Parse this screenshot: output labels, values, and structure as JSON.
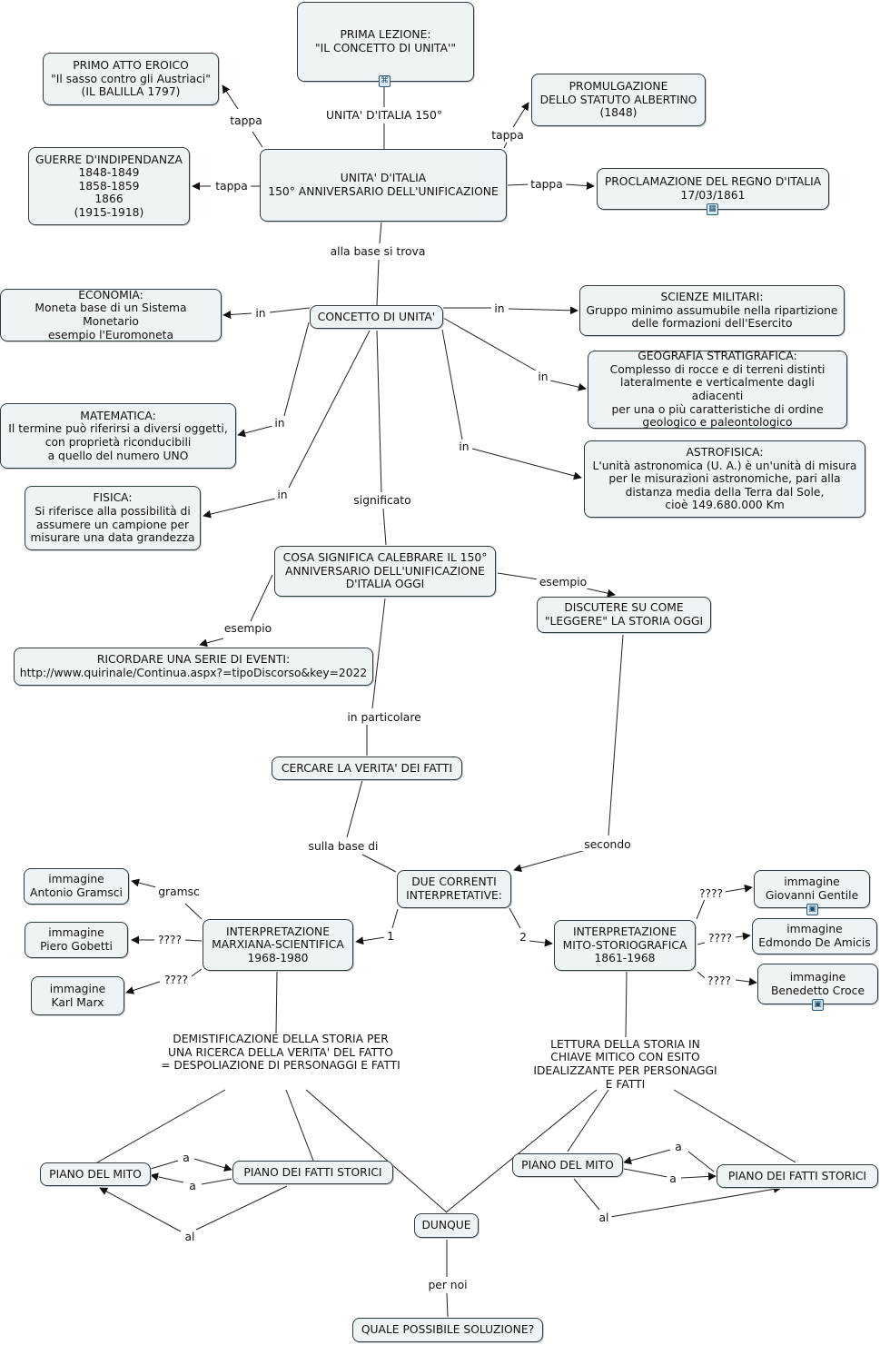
{
  "nodes": {
    "prima_lezione": "PRIMA LEZIONE:\n\"IL CONCETTO DI UNITA'\"",
    "primo_atto": "PRIMO ATTO EROICO\n\"Il sasso contro gli Austriaci\"\n(IL BALILLA 1797)",
    "statuto": "PROMULGAZIONE\nDELLO STATUTO ALBERTINO\n(1848)",
    "guerre": "GUERRE D'INDIPENDANZA\n1848-1849\n1858-1859\n1866\n(1915-1918)",
    "unita_main": "UNITA' D'ITALIA\n150° ANNIVERSARIO DELL'UNIFICAZIONE",
    "proclamazione": "PROCLAMAZIONE DEL REGNO D'ITALIA\n17/03/1861",
    "economia": "ECONOMIA:\nMoneta base di un Sistema Monetario\nesempio l'Euromoneta",
    "concetto": "CONCETTO DI UNITA'",
    "scienze": "SCIENZE MILITARI:\nGruppo minimo assumubile nella ripartizione\ndelle formazioni dell'Esercito",
    "geografia": "GEOGRAFIA STRATIGRAFICA:\nComplesso di rocce e di terreni distinti\nlateralmente e verticalmente dagli adiacenti\nper una o più caratteristiche di ordine\ngeologico e paleontologico",
    "matematica": "MATEMATICA:\nIl termine può riferirsi a diversi oggetti,\ncon proprietà riconducibili\na quello del numero UNO",
    "astrofisica": "ASTROFISICA:\nL'unità astronomica (U. A.) è un'unità di misura\nper le misurazioni astronomiche, pari alla\ndistanza media della Terra dal Sole,\ncioè 149.680.000 Km",
    "fisica": "FISICA:\nSi riferisce alla possibilità di\nassumere un campione per\nmisurare una data grandezza",
    "cosa_significa": "COSA SIGNIFICA CALEBRARE IL 150°\nANNIVERSARIO DELL'UNIFICAZIONE\nD'ITALIA OGGI",
    "discutere": "DISCUTERE SU COME\n\"LEGGERE\" LA STORIA OGGI",
    "ricordare": "RICORDARE UNA SERIE DI EVENTI:\nhttp://www.quirinale/Continua.aspx?=tipoDiscorso&key=2022",
    "cercare": "CERCARE LA VERITA' DEI FATTI",
    "due_correnti": "DUE CORRENTI\nINTERPRETATIVE:",
    "gramsci": "immagine\nAntonio Gramsci",
    "gobetti": "immagine\nPiero Gobetti",
    "marx": "immagine\nKarl Marx",
    "marxiana": "INTERPRETAZIONE\nMARXIANA-SCIENTIFICA\n1968-1980",
    "gentile": "immagine\nGiovanni Gentile",
    "deamicis": "immagine\nEdmondo De Amicis",
    "croce": "immagine\nBenedetto Croce",
    "mito_storiografica": "INTERPRETAZIONE\nMITO-STORIOGRAFICA\n1861-1968",
    "demistificazione": "DEMISTIFICAZIONE DELLA STORIA PER\nUNA RICERCA DELLA VERITA' DEL FATTO\n= DESPOLIAZIONE DI PERSONAGGI E FATTI",
    "lettura": "LETTURA DELLA STORIA IN\nCHIAVE MITICO CON ESITO\nIDEALIZZANTE PER PERSONAGGI\nE FATTI",
    "piano_mito_l": "PIANO DEL MITO",
    "piano_fatti_l": "PIANO DEI FATTI STORICI",
    "piano_mito_r": "PIANO DEL MITO",
    "piano_fatti_r": "PIANO DEI FATTI STORICI",
    "dunque": "DUNQUE",
    "soluzione": "QUALE POSSIBILE SOLUZIONE?"
  },
  "links": {
    "unita_150": "UNITA' D'ITALIA 150°",
    "tappa_1": "tappa",
    "tappa_2": "tappa",
    "tappa_3": "tappa",
    "tappa_4": "tappa",
    "alla_base": "alla base si trova",
    "in_1": "in",
    "in_2": "in",
    "in_3": "in",
    "in_4": "in",
    "in_5": "in",
    "in_6": "in",
    "significato": "significato",
    "esempio_1": "esempio",
    "esempio_2": "esempio",
    "in_particolare": "in particolare",
    "sulla_base": "sulla base di",
    "secondo": "secondo",
    "gramsc": "gramsc",
    "q1": "????",
    "q2": "????",
    "one": "1",
    "two": "2",
    "q3": "????",
    "q4": "????",
    "q5": "????",
    "a1": "a",
    "a2": "a",
    "al1": "al",
    "a3": "a",
    "a4": "a",
    "al2": "al",
    "per_noi": "per noi"
  },
  "icons": {
    "prima_lezione": "concept-map-icon",
    "proclamazione": "film-icon",
    "gentile": "image-icon",
    "croce": "image-icon"
  }
}
